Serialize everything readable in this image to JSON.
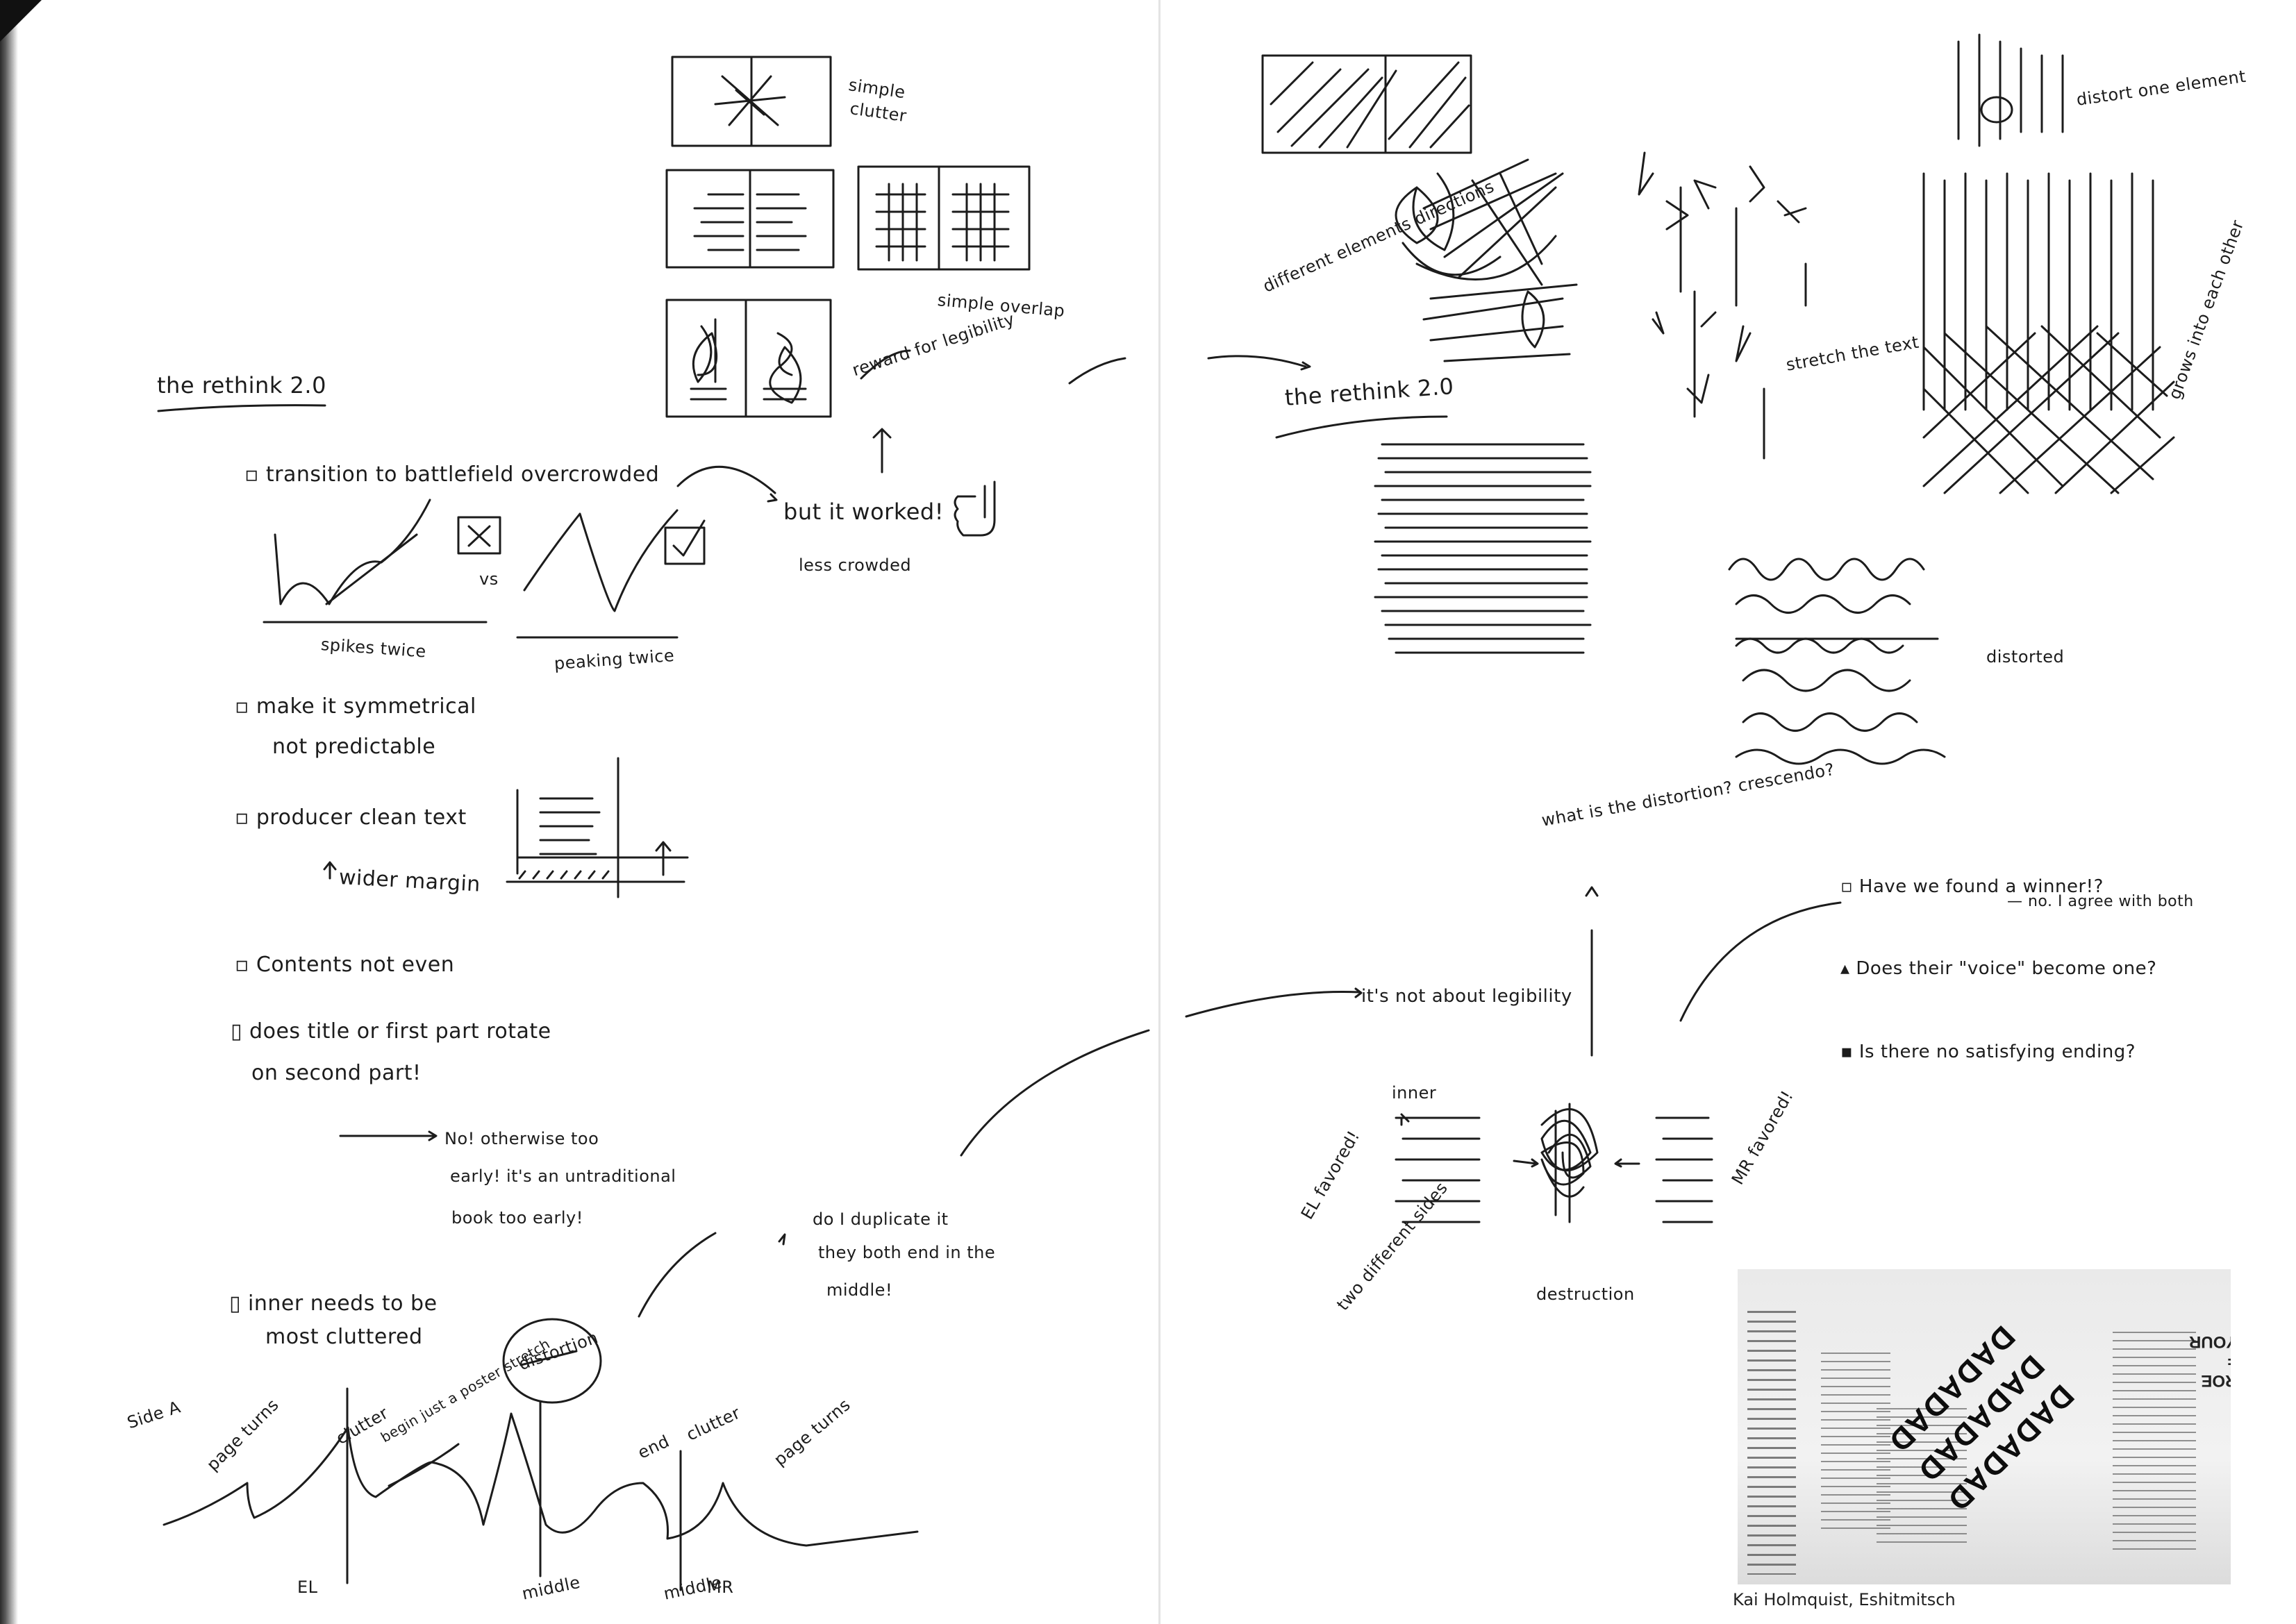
{
  "left_page": {
    "sketch_labels": {
      "simple_clutter": "simple\nclutter",
      "simple_overlap": "simple overlap",
      "rewarding_legibility": "reward for legibility"
    },
    "heading": "the rethink 2.0",
    "notes": [
      "transition to battlefield overcrowded",
      "make it symmetrical",
      "not predictable",
      "producer clean text",
      "Contents not even",
      "does title or first part rotate",
      "on second part!",
      "inner needs to be",
      "most cluttered"
    ],
    "comparison": {
      "left_caption": "spikes twice",
      "vs": "vs",
      "right_caption": "peaking twice"
    },
    "outcome": {
      "worked": "but it worked!",
      "less_crowded": "less crowded"
    },
    "margin_note": "wider margin",
    "reply_lines": [
      "No! otherwise too",
      "early! it's an untraditional",
      "book too early!"
    ],
    "duplicate_lines": [
      "do I duplicate it",
      "they both end in the",
      "middle!"
    ],
    "graph": {
      "side": "Side A",
      "labels": [
        "page turns",
        "clutter",
        "begin just a poster stretch",
        "distortion",
        "end",
        "clutter",
        "page turns"
      ],
      "bottom_labels": [
        "EL",
        "middle",
        "middle",
        "MR"
      ]
    }
  },
  "right_page": {
    "labels": {
      "different_elements": "different elements directions",
      "heading": "the rethink 2.0",
      "stretch": "stretch the text",
      "distort_one": "distort one element",
      "grows_into": "grows into each other",
      "distorted": "distorted",
      "question": "what is the distortion? crescendo?",
      "not_legibility": "it's not about legibility",
      "inner": "inner",
      "el_favored": "EL favored!",
      "mr_favored": "MR favored!",
      "two_sides": "two different sides",
      "destruction": "destruction"
    },
    "questions": [
      "Have we found a winner!?",
      "Does their \"voice\" become one?",
      "Is there no satisfying ending?"
    ],
    "agree": "— no. I agree with both",
    "photo": {
      "poster_text": "DADADAD",
      "side_sign": "ROE = YOUR",
      "caption": "Kai Holmquist, Eshitmitsch"
    }
  }
}
